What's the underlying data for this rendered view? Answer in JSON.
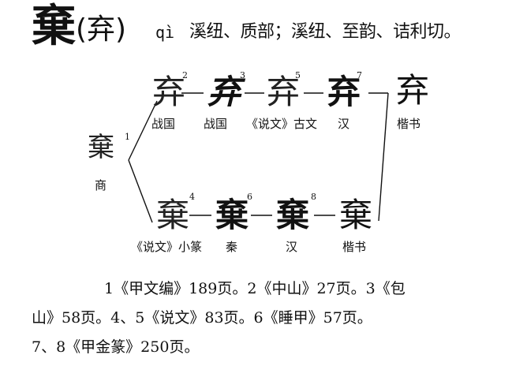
{
  "entry": {
    "headword": "棄",
    "variant": "(弃)",
    "pinyin": "qì",
    "fanqie": "溪纽、质部；溪纽、至韵、诘利切。"
  },
  "evolution": {
    "origin": {
      "glyph": "棄",
      "ref": "1",
      "label": "商"
    },
    "top_row": [
      {
        "glyph": "弃",
        "ref": "2",
        "label": "战国"
      },
      {
        "glyph": "弃",
        "ref": "3",
        "label": "战国"
      },
      {
        "glyph": "弃",
        "ref": "5",
        "label": "《说文》古文"
      },
      {
        "glyph": "弃",
        "ref": "7",
        "label": "汉"
      },
      {
        "glyph": "弃",
        "ref": "",
        "label": "楷书"
      }
    ],
    "bottom_row": [
      {
        "glyph": "棄",
        "ref": "4",
        "label": "《说文》小篆"
      },
      {
        "glyph": "棄",
        "ref": "6",
        "label": "秦"
      },
      {
        "glyph": "棄",
        "ref": "8",
        "label": "汉"
      },
      {
        "glyph": "棄",
        "ref": "",
        "label": "楷书"
      }
    ]
  },
  "notes": {
    "line1": "1《甲文编》189页。2《中山》27页。3《包",
    "line2": "山》58页。4、5《说文》83页。6《睡甲》57页。",
    "line3": "7、8《甲金篆》250页。"
  }
}
